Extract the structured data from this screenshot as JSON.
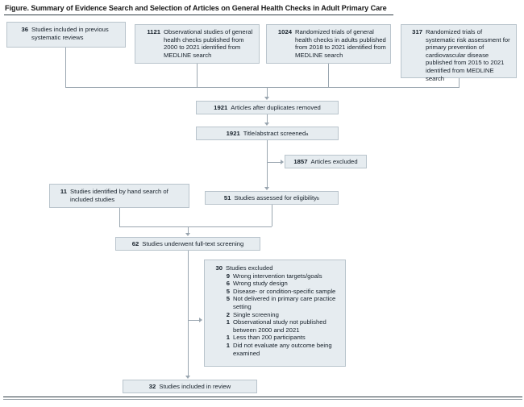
{
  "figure": {
    "title": "Figure. Summary of Evidence Search and Selection of Articles on General Health Checks in Adult Primary Care"
  },
  "colors": {
    "box_fill": "#e6ecf0",
    "box_border": "#b9c4cc",
    "connector": "#9aa6b0",
    "text": "#16202a",
    "rule": "#2f3b44"
  },
  "sources": [
    {
      "count": "36",
      "text": "Studies included in previous systematic reviews"
    },
    {
      "count": "1121",
      "text": "Observational studies of general health checks published from 2000 to 2021 identified from MEDLINE search"
    },
    {
      "count": "1024",
      "text": "Randomized trials of general health checks in adults published from 2018 to 2021 identified from MEDLINE search"
    },
    {
      "count": "317",
      "text": "Randomized trials of systematic risk assessment for primary prevention of cardiovascular disease published from 2015 to 2021 identified from MEDLINE search"
    }
  ],
  "flow": {
    "duplicates_removed": {
      "count": "1921",
      "text": "Articles after duplicates removed"
    },
    "title_abstract_screened": {
      "count": "1921",
      "text": "Title/abstract screened",
      "footnote": "a"
    },
    "articles_excluded": {
      "count": "1857",
      "text": "Articles excluded"
    },
    "hand_search": {
      "count": "11",
      "text": "Studies identified by hand search of included studies"
    },
    "assessed_for_eligibility": {
      "count": "51",
      "text": "Studies assessed for eligibility",
      "footnote": "b"
    },
    "full_text_screening": {
      "count": "62",
      "text": "Studies underwent full-text screening"
    },
    "included_in_review": {
      "count": "32",
      "text": "Studies included in review"
    }
  },
  "exclusions": {
    "header": {
      "count": "30",
      "text": "Studies excluded"
    },
    "reasons": [
      {
        "count": "9",
        "text": "Wrong intervention targets/goals"
      },
      {
        "count": "6",
        "text": "Wrong study design"
      },
      {
        "count": "5",
        "text": "Disease- or condition-specific sample"
      },
      {
        "count": "5",
        "text": "Not delivered in primary care practice setting"
      },
      {
        "count": "2",
        "text": "Single screening"
      },
      {
        "count": "1",
        "text": "Observational study not published between 2000 and 2021"
      },
      {
        "count": "1",
        "text": "Less than 200 participants"
      },
      {
        "count": "1",
        "text": "Did not evaluate any outcome being examined"
      }
    ]
  }
}
